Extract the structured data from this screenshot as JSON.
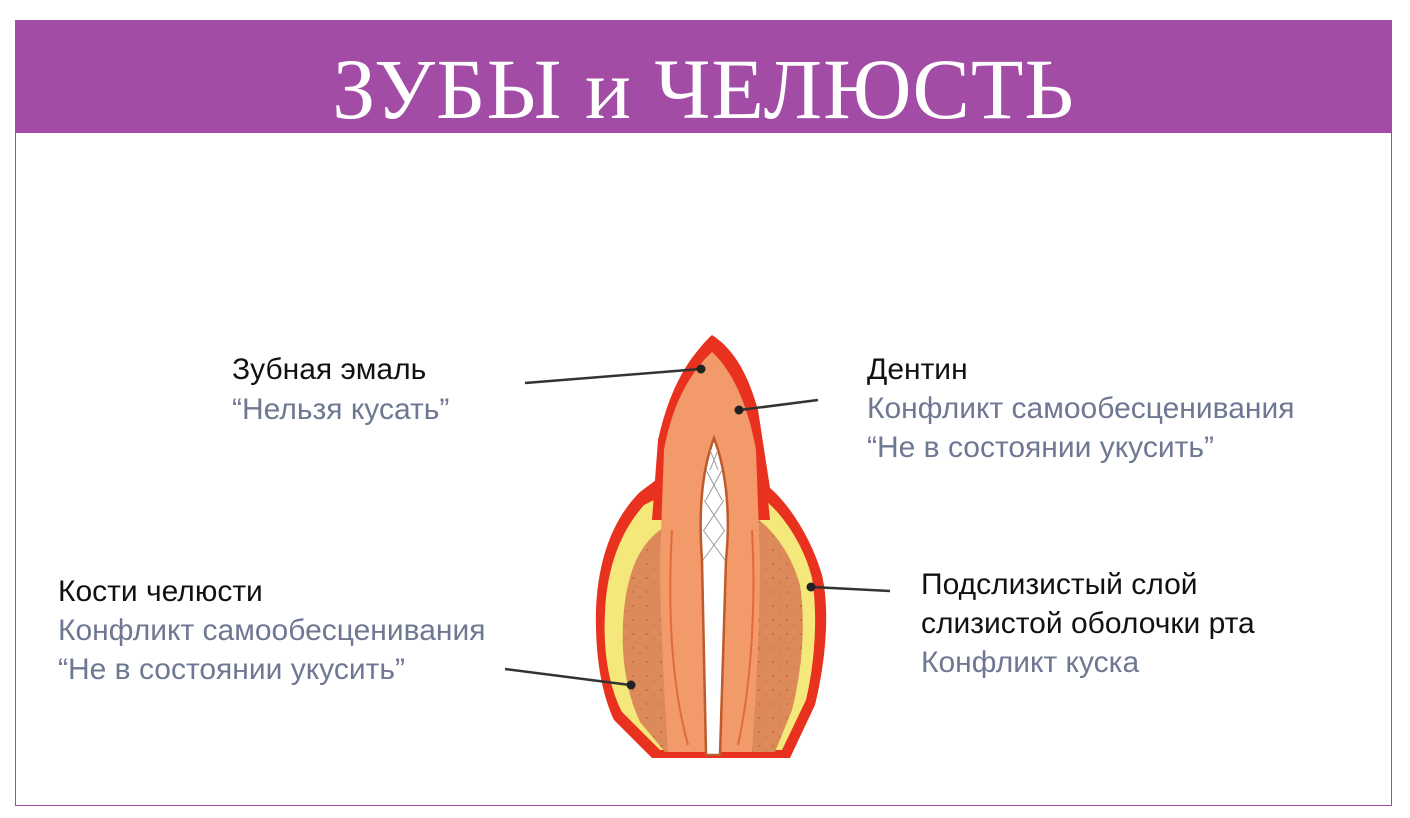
{
  "header": {
    "title": "ЗУБЫ и ЧЕЛЮСТЬ"
  },
  "labels": {
    "enamel": {
      "name": "Зубная эмаль",
      "note": "“Нельзя кусать”"
    },
    "dentin": {
      "name": "Дентин",
      "conflict": "Конфликт самообесценивания",
      "note": "“Не в состоянии укусить”"
    },
    "jaw": {
      "name": "Кости челюсти",
      "conflict": "Конфликт самообесценивания",
      "note": "“Не в состоянии укусить”"
    },
    "submucosa": {
      "name_line1": "Подслизистый слой",
      "name_line2": "слизистой оболочки рта",
      "conflict": "Конфликт куска"
    }
  },
  "colors": {
    "header": "#a24ca6",
    "enamel": "#e8311f",
    "dentin": "#f29a6a",
    "bone": "#dd8a5a",
    "mucosa": "#f4e87a",
    "pulp": "#ffffff",
    "label_dark": "#111111",
    "label_muted": "#6f7893"
  }
}
